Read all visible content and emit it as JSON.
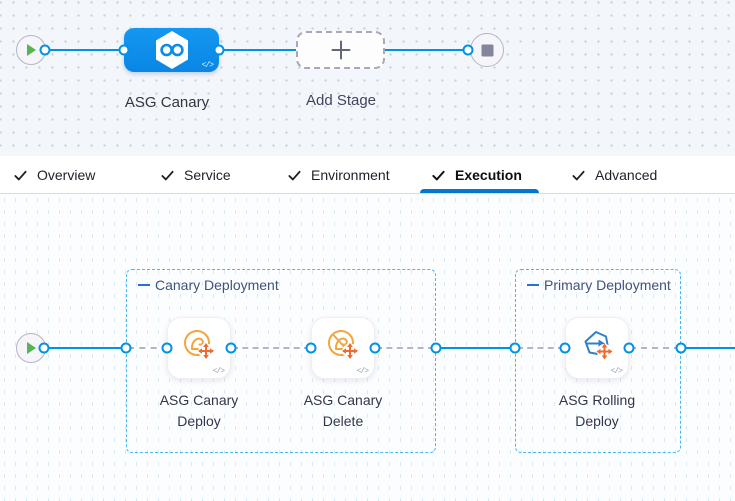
{
  "stage_pipeline": {
    "stage_label": "ASG Canary",
    "add_stage_label": "Add Stage",
    "code_glyph": "</>"
  },
  "tabs": [
    {
      "label": "Overview",
      "checked": true,
      "active": false
    },
    {
      "label": "Service",
      "checked": true,
      "active": false
    },
    {
      "label": "Environment",
      "checked": true,
      "active": false
    },
    {
      "label": "Execution",
      "checked": true,
      "active": true
    },
    {
      "label": "Advanced",
      "checked": true,
      "active": false
    }
  ],
  "execution_graph": {
    "code_glyph": "</>",
    "groups": [
      {
        "label": "Canary Deployment",
        "steps": [
          {
            "label": "ASG Canary Deploy",
            "icon": "asg-canary-deploy-icon"
          },
          {
            "label": "ASG Canary Delete",
            "icon": "asg-canary-delete-icon"
          }
        ]
      },
      {
        "label": "Primary Deployment",
        "steps": [
          {
            "label": "ASG Rolling Deploy",
            "icon": "asg-rolling-deploy-icon"
          }
        ]
      }
    ]
  },
  "colors": {
    "edge_blue": "#0092e4",
    "active_tab_blue": "#0278d5",
    "stage_node_blue": "#0b8ceb",
    "group_border_blue": "#49b8ee",
    "group_label_dash_blue": "#2b6fd6",
    "step_icon_orange": "#f2a63c",
    "step_icon_deep_orange": "#ee6a2d",
    "step_icon_blue": "#3181c8",
    "play_green": "#54b552",
    "stop_gray": "#84859b"
  }
}
